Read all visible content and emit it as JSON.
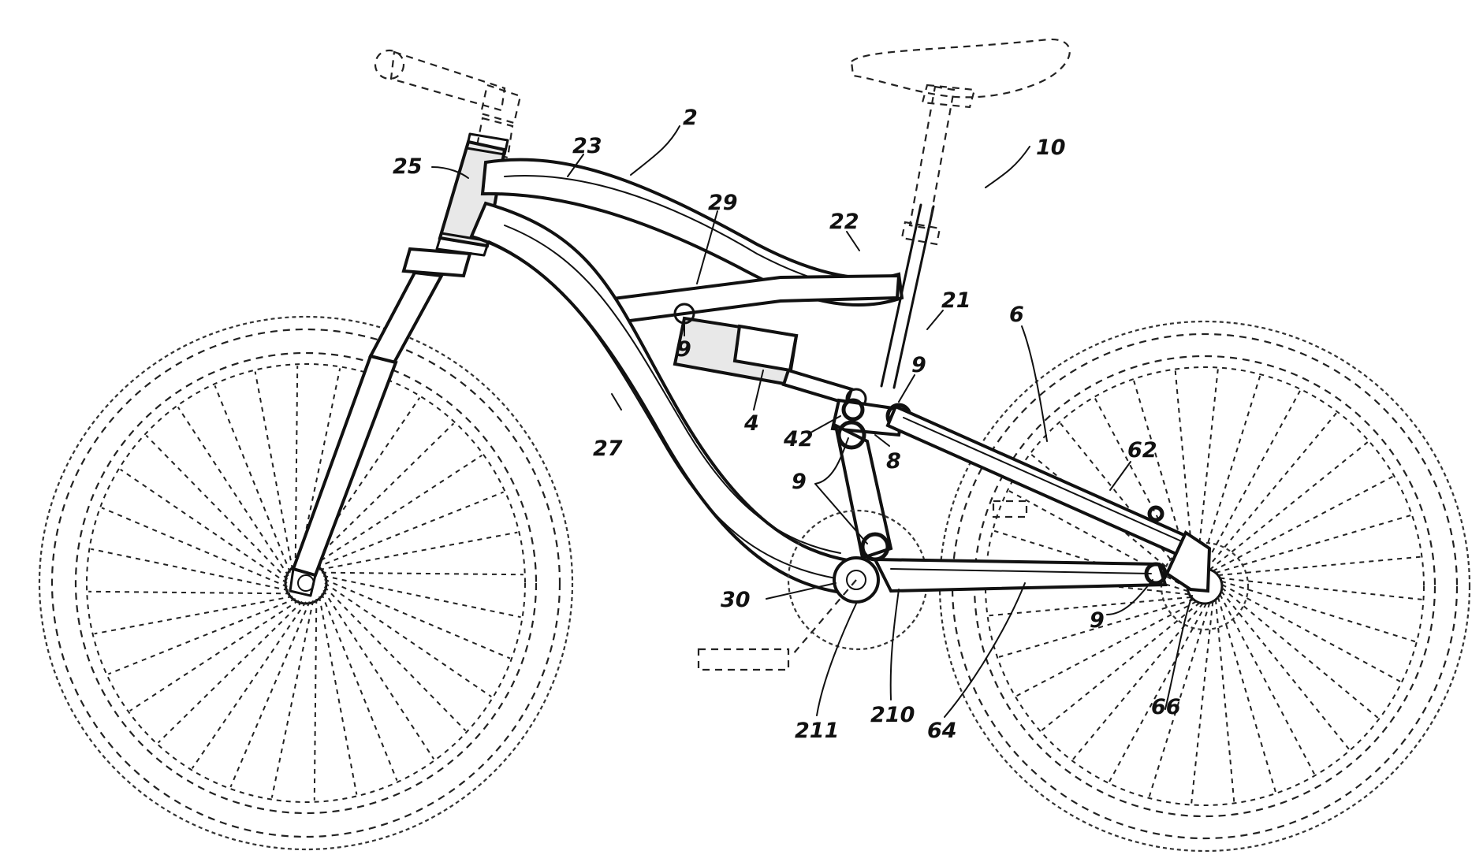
{
  "labels": {
    "l2": "2",
    "l4": "4",
    "l6": "6",
    "l8": "8",
    "l9a": "9",
    "l9b": "9",
    "l9c": "9",
    "l9d": "9",
    "l10": "10",
    "l21": "21",
    "l22": "22",
    "l23": "23",
    "l25": "25",
    "l27": "27",
    "l29": "29",
    "l30": "30",
    "l42": "42",
    "l62": "62",
    "l64": "64",
    "l66": "66",
    "l210": "210",
    "l211": "211"
  },
  "colors": {
    "ink": "#111111",
    "paper": "#ffffff"
  }
}
